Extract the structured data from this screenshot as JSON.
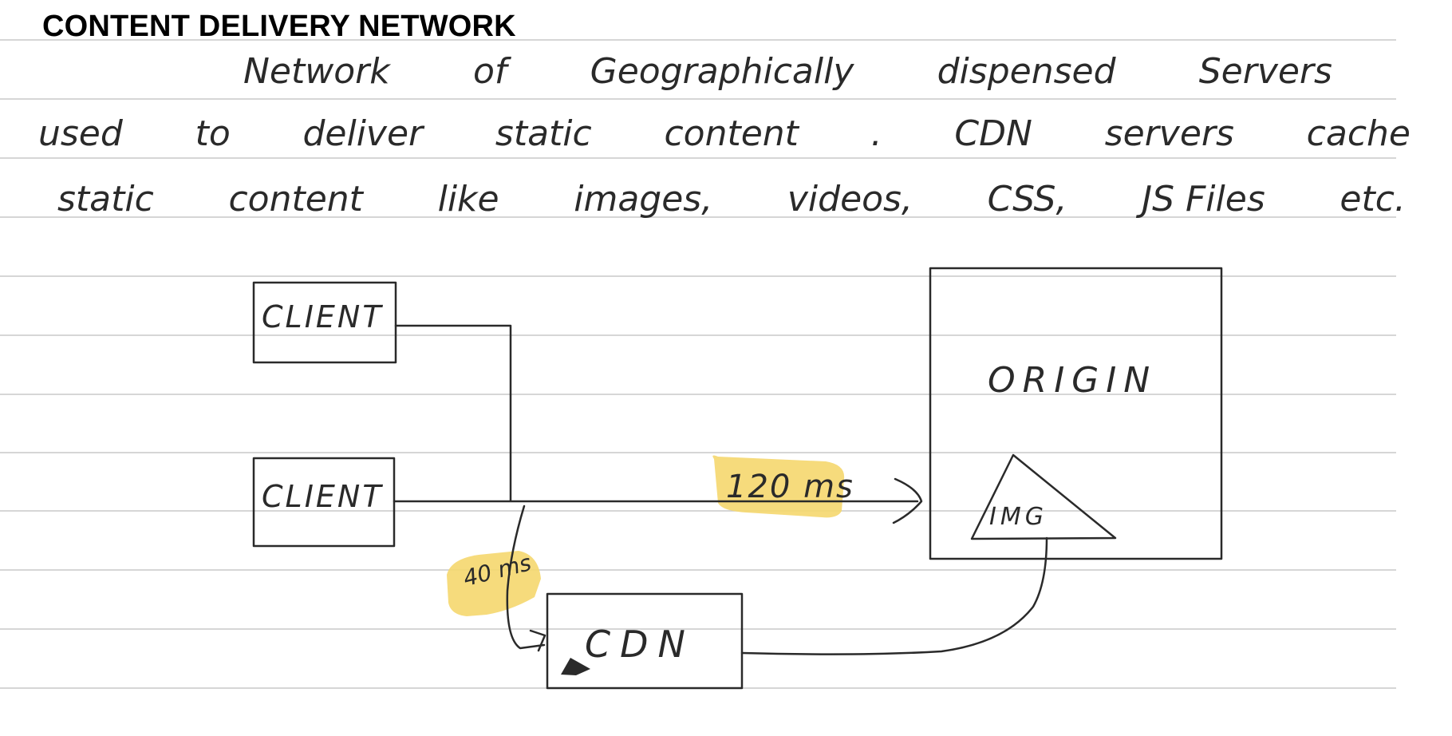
{
  "title": "CONTENT DELIVERY NETWORK",
  "paragraph": {
    "line1": [
      "Network",
      "of",
      "Geographically",
      "dispensed",
      "Servers"
    ],
    "line2": [
      "used",
      "to",
      "deliver",
      "static",
      "content",
      ".",
      "CDN",
      "servers",
      "cache"
    ],
    "line3": [
      "static",
      "content",
      "like",
      "images,",
      "videos,",
      "CSS,",
      "JS Files",
      "etc."
    ]
  },
  "diagram": {
    "client_top_label": "CLIENT",
    "client_bottom_label": "CLIENT",
    "origin_label": "ORIGIN",
    "img_label": "IMG",
    "cdn_label": "CDN",
    "latency_origin": "120 ms",
    "latency_cdn": "40 ms"
  },
  "colors": {
    "ink": "#2a2a2a",
    "rule_line": "#c8c8c8",
    "highlight": "#f5d76e"
  }
}
